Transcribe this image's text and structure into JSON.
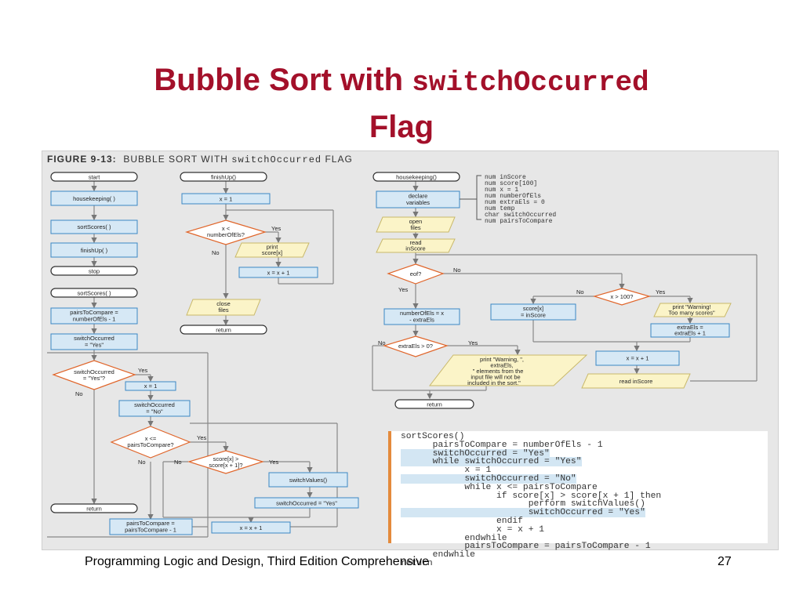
{
  "slide": {
    "title_prefix": "Bubble Sort with ",
    "title_code": "switchOccurred",
    "title_line2": "Flag",
    "footer": "Programming Logic and Design, Third Edition Comprehensive",
    "page_number": "27"
  },
  "figure": {
    "label": "FIGURE 9-13:",
    "caption": "BUBBLE SORT WITH",
    "caption_code": "switchOccurred",
    "caption_end": "FLAG"
  },
  "main_flow": {
    "start": "start",
    "housekeeping": "housekeeping( )",
    "sortScores": "sortScores( )",
    "finishUp": "finishUp( )",
    "stop": "stop"
  },
  "sort_flow": {
    "entry": "sortScores( )",
    "assign_pairs_1": "pairsToCompare =",
    "assign_pairs_2": "numberOfEls - 1",
    "switch_yes_1": "switchOccurred",
    "switch_yes_2": "= \"Yes\"",
    "decision_1": "switchOccurred",
    "decision_2": "= \"Yes\"?",
    "x_eq_1": "x = 1",
    "switch_no_1": "switchOccurred",
    "switch_no_2": "= \"No\"",
    "loop_dec_1": "x <=",
    "loop_dec_2": "pairsToCompare?",
    "cmp_dec_1": "score[x] >",
    "cmp_dec_2": "score[x + 1]?",
    "switch_values": "switchValues()",
    "switch_set": "switchOccurred = \"Yes\"",
    "x_inc": "x = x + 1",
    "pairs_dec_1": "pairsToCompare =",
    "pairs_dec_2": "pairsToCompare - 1",
    "return": "return",
    "yes": "Yes",
    "no": "No"
  },
  "finish_flow": {
    "entry": "finishUp()",
    "x_eq_1": "x = 1",
    "dec_1": "x <",
    "dec_2": "numberOfEls?",
    "print_1": "print",
    "print_2": "score[x]",
    "x_inc": "x = x + 1",
    "close_1": "close",
    "close_2": "files",
    "return": "return"
  },
  "house_flow": {
    "entry": "housekeeping()",
    "declare_1": "declare",
    "declare_2": "variables",
    "open_1": "open",
    "open_2": "files",
    "read_1": "read",
    "read_2": "inScore",
    "eof": "eof?",
    "numEls_1": "numberOfEls = x",
    "numEls_2": "- extraEls",
    "extra_dec": "extraEls > 0?",
    "warn_1": "print \"Warning, \",",
    "warn_2": "extraEls,",
    "warn_3": "\" elements from the",
    "warn_4": "input file will not be",
    "warn_5": "included in the sort.\"",
    "return": "return",
    "x_dec": "x > 100?",
    "score_1": "score[x]",
    "score_2": "= inScore",
    "toomany_1": "print \"Warning!",
    "toomany_2": "Too many scores\"",
    "extra_inc_1": "extraEls =",
    "extra_inc_2": "extraEls + 1",
    "x_inc": "x = x + 1",
    "read_score": "read inScore"
  },
  "declarations": [
    "num inScore",
    "num score[100]",
    "num x = 1",
    "num numberOfEls",
    "num extraEls = 0",
    "num temp",
    "char switchOccurred",
    "num pairsToCompare"
  ],
  "code_lines": [
    "sortScores()",
    "      pairsToCompare = numberOfEls - 1",
    "      switchOccurred = \"Yes\"",
    "      while switchOccurred = \"Yes\"",
    "            x = 1",
    "            switchOccurred = \"No\"",
    "            while x <= pairsToCompare",
    "                  if score[x] > score[x + 1] then",
    "                        perform switchValues()",
    "                        switchOccurred = \"Yes\"",
    "                  endif",
    "                  x = x + 1",
    "            endwhile",
    "            pairsToCompare = pairsToCompare - 1",
    "      endwhile",
    "return"
  ],
  "colors": {
    "title": "#a3102a",
    "box_fill": "#d6e8f5",
    "box_stroke": "#3b87c4",
    "decision_stroke": "#e0652a",
    "io_fill": "#fbf4c8",
    "code_accent": "#e48a3c",
    "code_highlight": "#d3e6f3"
  }
}
